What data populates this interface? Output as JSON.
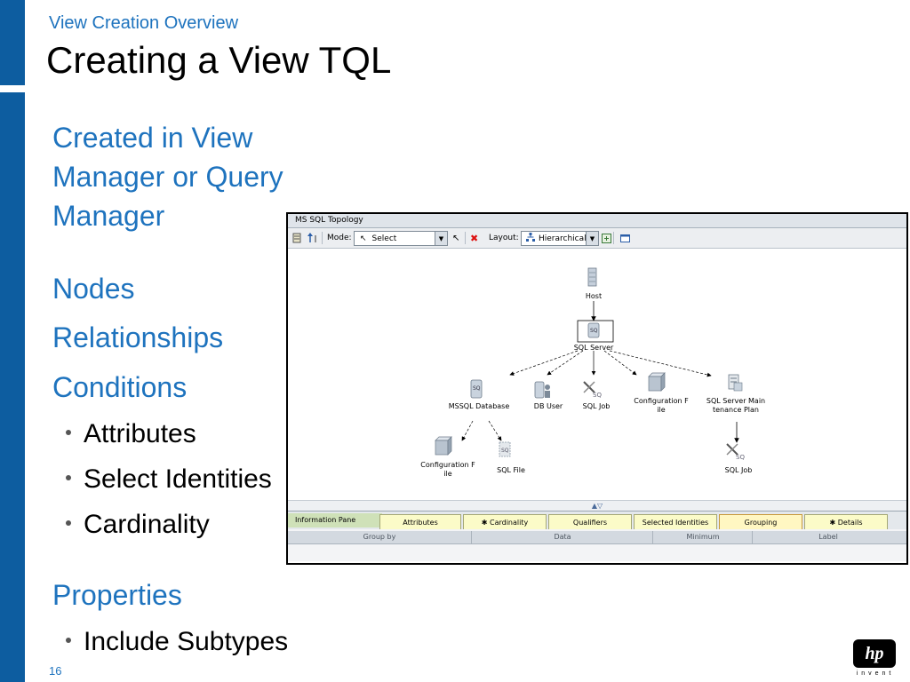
{
  "slide": {
    "subtitle": "View Creation Overview",
    "title": "Creating a View TQL",
    "intro": [
      "Created in View",
      "Manager or Query",
      "Manager"
    ],
    "nodes": "Nodes",
    "relationships": "Relationships",
    "conditions": "Conditions",
    "condition_bullets": [
      "Attributes",
      "Select Identities",
      "Cardinality"
    ],
    "properties": "Properties",
    "property_bullets": [
      "Include Subtypes"
    ],
    "page_number": "16",
    "logo_text": "hp",
    "logo_tagline": "invent"
  },
  "colors": {
    "brand_blue": "#1e73be",
    "sidebar_blue": "#0d5da0"
  },
  "window": {
    "title": "MS SQL Topology",
    "toolbar": {
      "mode_label": "Mode:",
      "mode_value": "Select",
      "layout_label": "Layout:",
      "layout_value": "Hierarchical"
    },
    "nodes": {
      "host": "Host",
      "sql_server": "SQL Server",
      "mssql_database": "MSSQL Database",
      "db_user": "DB User",
      "sql_job_1": "SQL Job",
      "config_file_1_line1": "Configuration F",
      "config_file_1_line2": "ile",
      "maint_plan_line1": "SQL Server Main",
      "maint_plan_line2": "tenance Plan",
      "config_file_2_line1": "Configuration F",
      "config_file_2_line2": "ile",
      "sql_file": "SQL File",
      "sql_job_2": "SQL Job"
    },
    "splitter": "▲▽",
    "info_pane": "Information Pane",
    "tabs": [
      "Attributes",
      "✱ Cardinality",
      "Qualifiers",
      "Selected Identities",
      "Grouping",
      "✱ Details"
    ],
    "grid_columns": [
      "Group by",
      "Data",
      "Minimum",
      "Label"
    ]
  }
}
